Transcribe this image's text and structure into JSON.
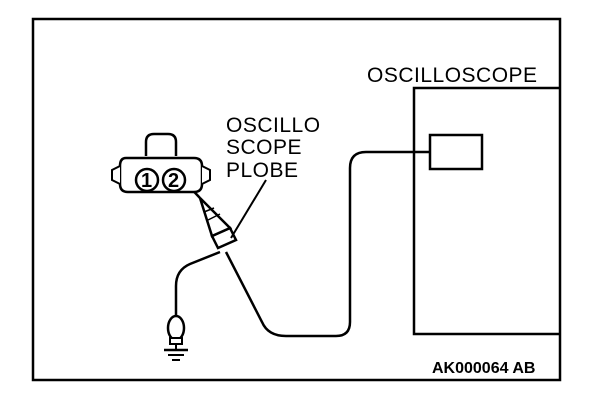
{
  "labels": {
    "oscilloscope": "OSCILLOSCOPE",
    "probe_line1": "OSCILLO",
    "probe_line2": "SCOPE",
    "probe_line3": "PLOBE",
    "pin1": "1",
    "pin2": "2",
    "figure_code": "AK000064 AB"
  },
  "colors": {
    "line": "#000000",
    "background": "#ffffff"
  }
}
